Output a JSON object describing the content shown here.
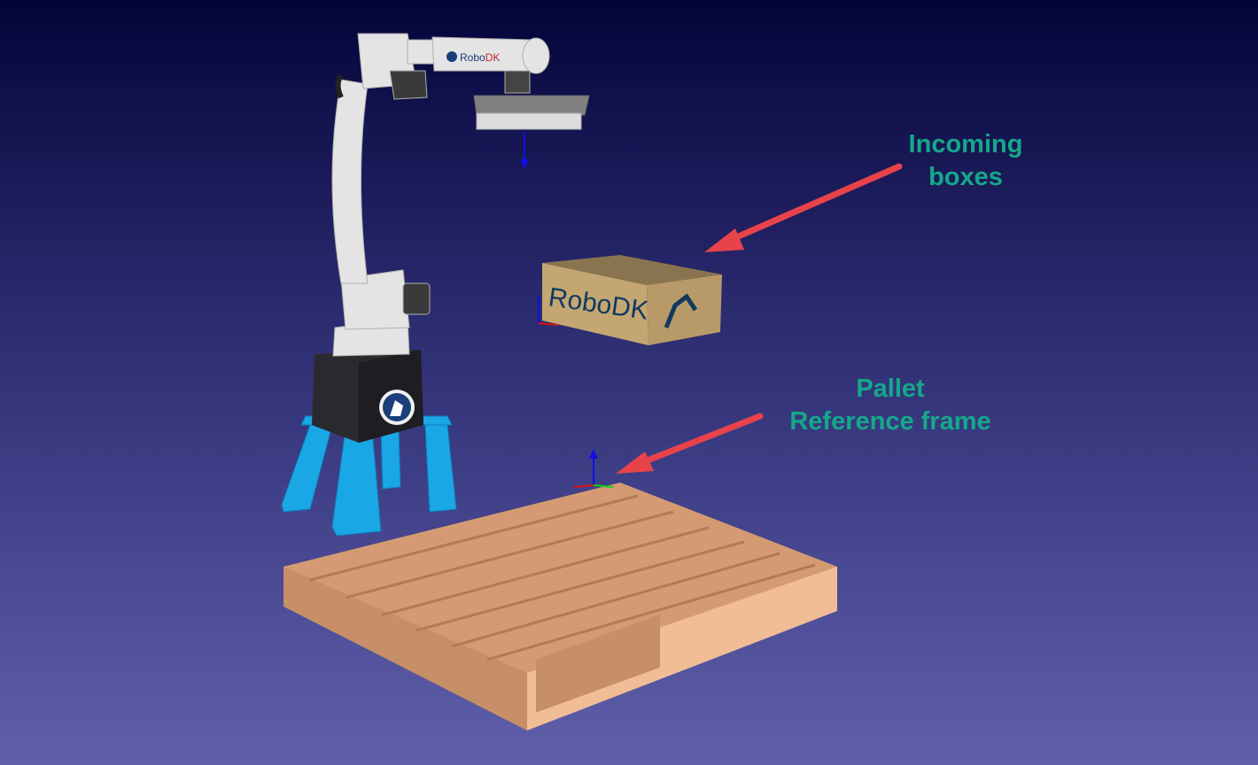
{
  "annotations": {
    "incoming_boxes": {
      "line1": "Incoming",
      "line2": "boxes"
    },
    "pallet_frame": {
      "line1": "Pallet",
      "line2": "Reference frame"
    }
  },
  "branding": {
    "robot_logo": "RoboDK",
    "box_logo": "RoboDK"
  },
  "colors": {
    "label": "#14a88a",
    "arrow": "#e8434a",
    "stand": "#1aa7e6",
    "pallet": "#d9a27a",
    "box": "#bfa274"
  }
}
